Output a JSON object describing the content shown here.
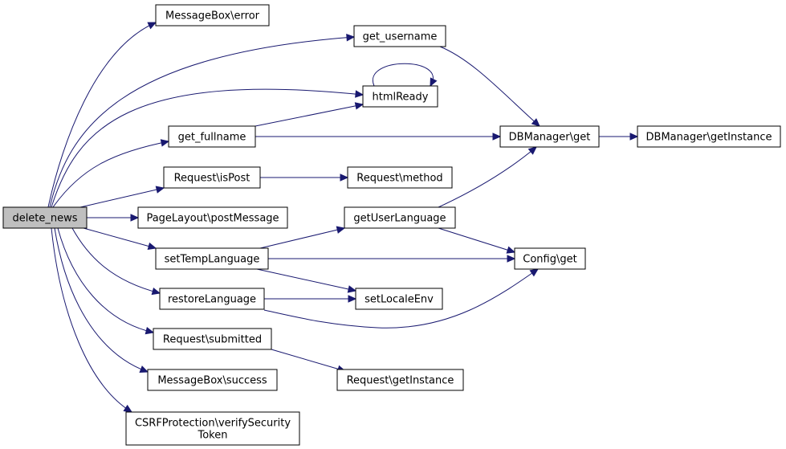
{
  "graph": {
    "root": "delete_news",
    "nodes": [
      {
        "id": "delete_news",
        "label": [
          "delete_news"
        ],
        "root": true
      },
      {
        "id": "messagebox_error",
        "label": [
          "MessageBox\\error"
        ]
      },
      {
        "id": "get_username",
        "label": [
          "get_username"
        ]
      },
      {
        "id": "htmlready",
        "label": [
          "htmlReady"
        ]
      },
      {
        "id": "get_fullname",
        "label": [
          "get_fullname"
        ]
      },
      {
        "id": "dbmanager_get",
        "label": [
          "DBManager\\get"
        ]
      },
      {
        "id": "dbmanager_getinstance",
        "label": [
          "DBManager\\getInstance"
        ]
      },
      {
        "id": "request_ispost",
        "label": [
          "Request\\isPost"
        ]
      },
      {
        "id": "request_method",
        "label": [
          "Request\\method"
        ]
      },
      {
        "id": "pagelayout_postmessage",
        "label": [
          "PageLayout\\postMessage"
        ]
      },
      {
        "id": "getuserlanguage",
        "label": [
          "getUserLanguage"
        ]
      },
      {
        "id": "settemplanguage",
        "label": [
          "setTempLanguage"
        ]
      },
      {
        "id": "config_get",
        "label": [
          "Config\\get"
        ]
      },
      {
        "id": "restorelanguage",
        "label": [
          "restoreLanguage"
        ]
      },
      {
        "id": "setlocaleenv",
        "label": [
          "setLocaleEnv"
        ]
      },
      {
        "id": "request_submitted",
        "label": [
          "Request\\submitted"
        ]
      },
      {
        "id": "request_getinstance",
        "label": [
          "Request\\getInstance"
        ]
      },
      {
        "id": "messagebox_success",
        "label": [
          "MessageBox\\success"
        ]
      },
      {
        "id": "csrf_verify",
        "label": [
          "CSRFProtection\\verifySecurity",
          "Token"
        ]
      }
    ],
    "edges": [
      {
        "from": "delete_news",
        "to": "messagebox_error"
      },
      {
        "from": "delete_news",
        "to": "get_username"
      },
      {
        "from": "delete_news",
        "to": "htmlready"
      },
      {
        "from": "delete_news",
        "to": "get_fullname"
      },
      {
        "from": "delete_news",
        "to": "request_ispost"
      },
      {
        "from": "delete_news",
        "to": "pagelayout_postmessage"
      },
      {
        "from": "delete_news",
        "to": "settemplanguage"
      },
      {
        "from": "delete_news",
        "to": "restorelanguage"
      },
      {
        "from": "delete_news",
        "to": "request_submitted"
      },
      {
        "from": "delete_news",
        "to": "messagebox_success"
      },
      {
        "from": "delete_news",
        "to": "csrf_verify"
      },
      {
        "from": "get_username",
        "to": "dbmanager_get"
      },
      {
        "from": "htmlready",
        "to": "htmlready"
      },
      {
        "from": "get_fullname",
        "to": "htmlready"
      },
      {
        "from": "get_fullname",
        "to": "dbmanager_get"
      },
      {
        "from": "dbmanager_get",
        "to": "dbmanager_getinstance"
      },
      {
        "from": "request_ispost",
        "to": "request_method"
      },
      {
        "from": "getuserlanguage",
        "to": "dbmanager_get"
      },
      {
        "from": "getuserlanguage",
        "to": "config_get"
      },
      {
        "from": "settemplanguage",
        "to": "getuserlanguage"
      },
      {
        "from": "settemplanguage",
        "to": "config_get"
      },
      {
        "from": "settemplanguage",
        "to": "setlocaleenv"
      },
      {
        "from": "restorelanguage",
        "to": "setlocaleenv"
      },
      {
        "from": "restorelanguage",
        "to": "config_get"
      },
      {
        "from": "request_submitted",
        "to": "request_getinstance"
      }
    ]
  }
}
